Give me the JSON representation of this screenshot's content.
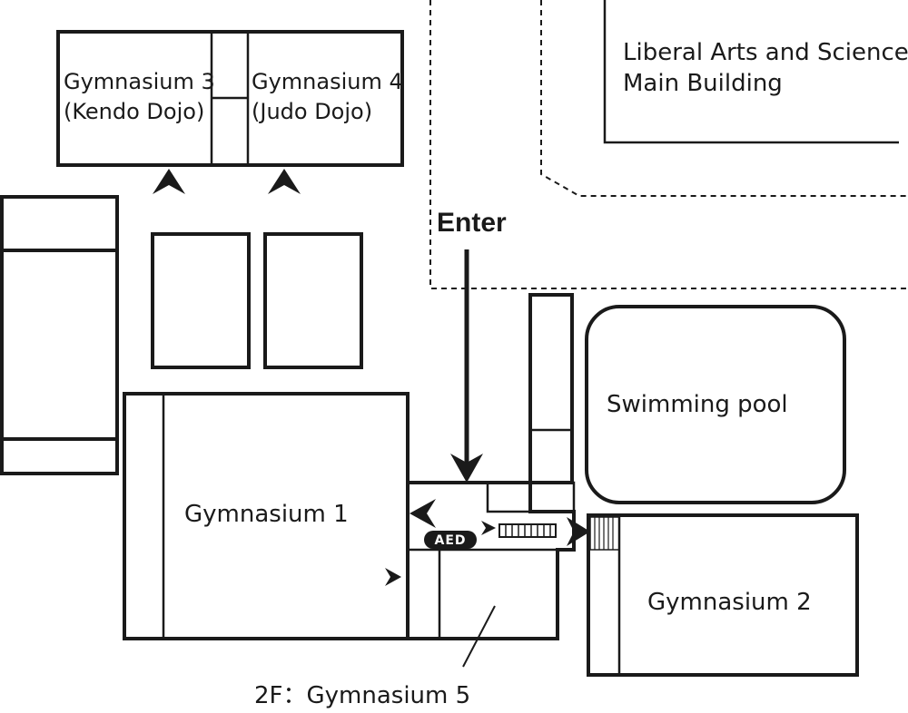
{
  "map": {
    "labels": {
      "gym3_line1": "Gymnasium 3",
      "gym3_line2": "(Kendo Dojo)",
      "gym4_line1": "Gymnasium 4",
      "gym4_line2": "(Judo Dojo)",
      "main_building_line1": "Liberal Arts and Sciences",
      "main_building_line2": "Main Building",
      "enter": "Enter",
      "swimming_pool": "Swimming pool",
      "gym1": "Gymnasium 1",
      "gym2": "Gymnasium 2",
      "aed": "AED",
      "gym5": "2F：Gymnasium 5"
    },
    "colors": {
      "ink": "#1a1a1a",
      "background": "#ffffff"
    }
  }
}
